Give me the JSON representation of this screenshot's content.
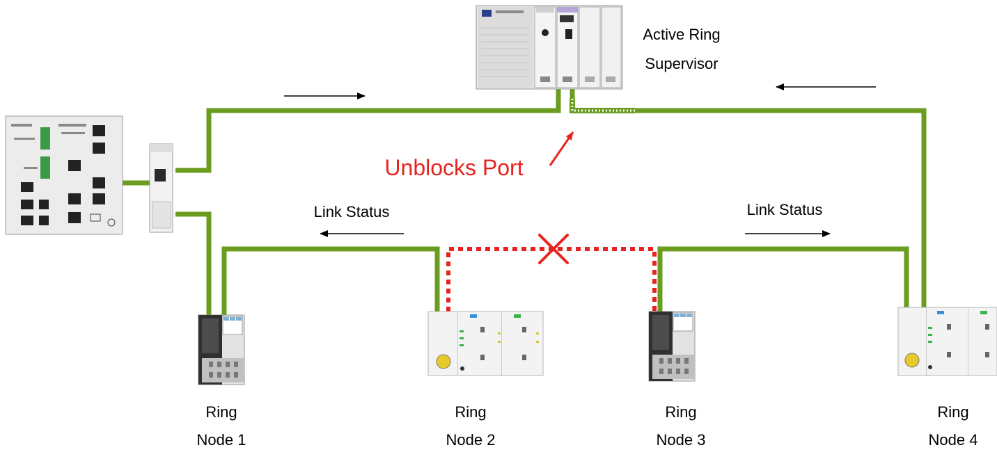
{
  "supervisor": {
    "label_line1": "Active Ring",
    "label_line2": "Supervisor",
    "icon": "controller-chassis-icon"
  },
  "switch": {
    "icon": "managed-switch-icon"
  },
  "tap": {
    "icon": "tap-module-icon"
  },
  "annotations": {
    "unblocks_port": "Unblocks Port",
    "link_status_left": "Link Status",
    "link_status_right": "Link Status",
    "fault_mark": "×"
  },
  "nodes": [
    {
      "line1": "Ring",
      "line2": "Node 1",
      "icon": "io-adapter-icon"
    },
    {
      "line1": "Ring",
      "line2": "Node 2",
      "icon": "io-block-icon"
    },
    {
      "line1": "Ring",
      "line2": "Node 3",
      "icon": "io-adapter-icon"
    },
    {
      "line1": "Ring",
      "line2": "Node 4",
      "icon": "io-block-icon"
    }
  ],
  "colors": {
    "ring_line": "#6a9c1f",
    "fault_line": "#e8231f",
    "annotation_red": "#e8231f",
    "arrow": "#000000",
    "device_panel": "#e9e9e9",
    "device_edge": "#9a9a9a"
  }
}
